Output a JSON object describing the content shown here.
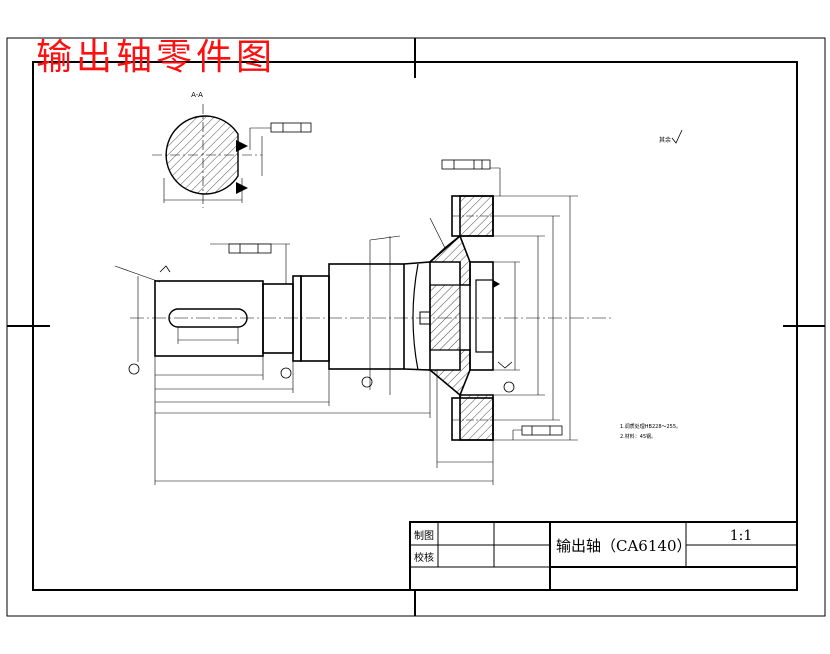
{
  "overlay_title": "输出轴零件图",
  "section_label": "A-A",
  "title_block": {
    "row1_label": "制图",
    "row2_label": "校核",
    "part_name": "输出轴（CA6140）",
    "scale": "1:1"
  },
  "notes": {
    "line1": "1.调质处理HB228～255。",
    "line2": "2.材料：45钢。"
  },
  "roughness_corner": "其余",
  "colors": {
    "title_red": "#ff1010",
    "line": "#000000"
  }
}
